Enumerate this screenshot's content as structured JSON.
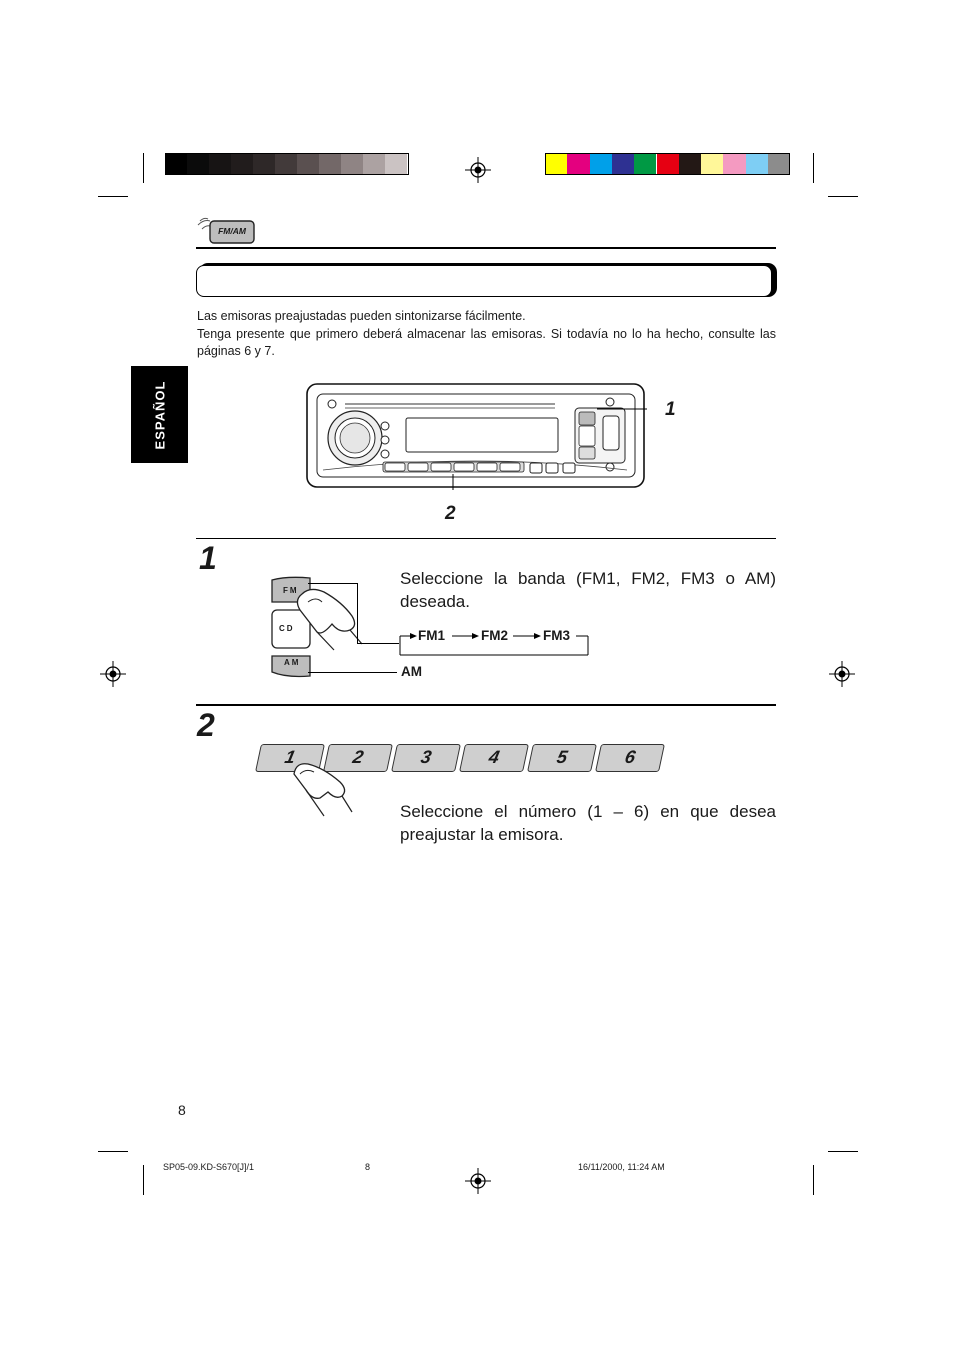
{
  "color_bars": {
    "left_swatches": [
      "#000000",
      "#0b0b0b",
      "#171414",
      "#211c1c",
      "#2e2828",
      "#423a3a",
      "#5a5050",
      "#736868",
      "#8f8484",
      "#aca2a2",
      "#cbc3c3",
      "#ffffff"
    ],
    "right_swatches": [
      "#ffff00",
      "#e4007f",
      "#00a0e9",
      "#2e3192",
      "#009944",
      "#e60012",
      "#231815",
      "#fff799",
      "#f49ac1",
      "#7ecef4",
      "#8c8c8c"
    ]
  },
  "section_icon": {
    "label": "FM/AM",
    "icon": "fm-am-radio-icon"
  },
  "intro": {
    "line1": "Las emisoras preajustadas pueden sintonizarse fácilmente.",
    "line2": "Tenga presente que primero deberá almacenar las emisoras. Si todavía no lo ha hecho, consulte las páginas 6 y 7."
  },
  "side_tab": "ESPAÑOL",
  "diagram": {
    "callout1": "1",
    "callout2": "2"
  },
  "step1": {
    "number": "1",
    "instruction": "Seleccione la banda (FM1, FM2, FM3 o AM) deseada.",
    "btn_fm": "FM",
    "btn_cd": "CD",
    "btn_am": "AM",
    "seq_fm1": "FM1",
    "seq_fm2": "FM2",
    "seq_fm3": "FM3",
    "seq_am": "AM"
  },
  "step2": {
    "number": "2",
    "instruction": "Seleccione el número (1 – 6) en que desea preajustar la emisora.",
    "presets": [
      "1",
      "2",
      "3",
      "4",
      "5",
      "6"
    ]
  },
  "page_number": "8",
  "footer": {
    "file": "SP05-09.KD-S670[J]/1",
    "page": "8",
    "timestamp": "16/11/2000, 11:24 AM"
  }
}
